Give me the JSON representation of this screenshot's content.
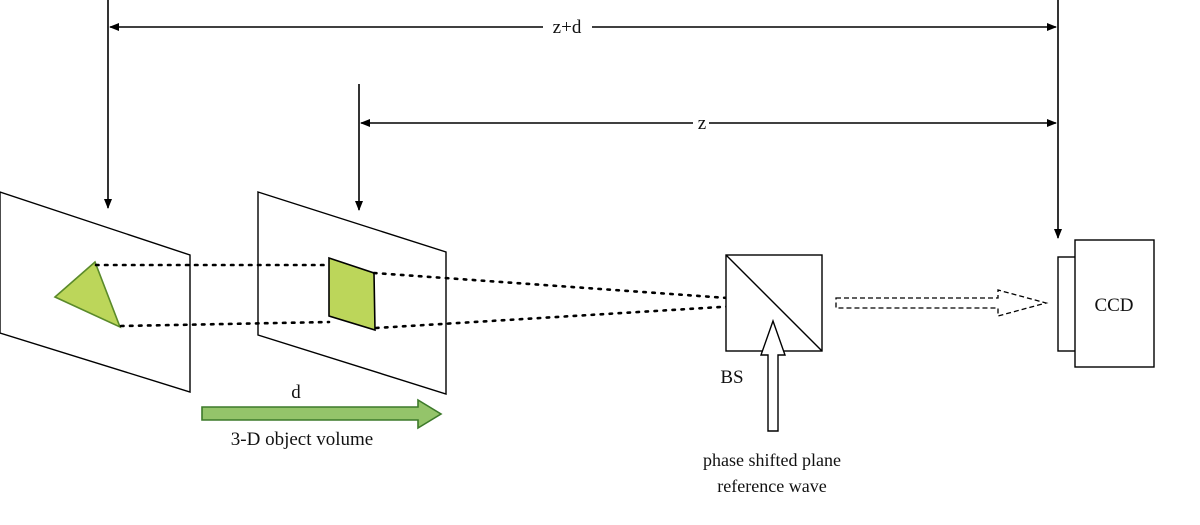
{
  "labels": {
    "z_plus_d": "z+d",
    "z": "z",
    "d": "d",
    "volume": "3-D object volume",
    "bs": "BS",
    "ccd": "CCD",
    "reference_line1": "phase shifted plane",
    "reference_line2": "reference wave"
  },
  "colors": {
    "object_fill": "#bcd65a",
    "object_stroke": "#5a8a2a",
    "arrow_fill": "#94c46a",
    "arrow_stroke": "#3d7a2a",
    "line": "#000000"
  }
}
